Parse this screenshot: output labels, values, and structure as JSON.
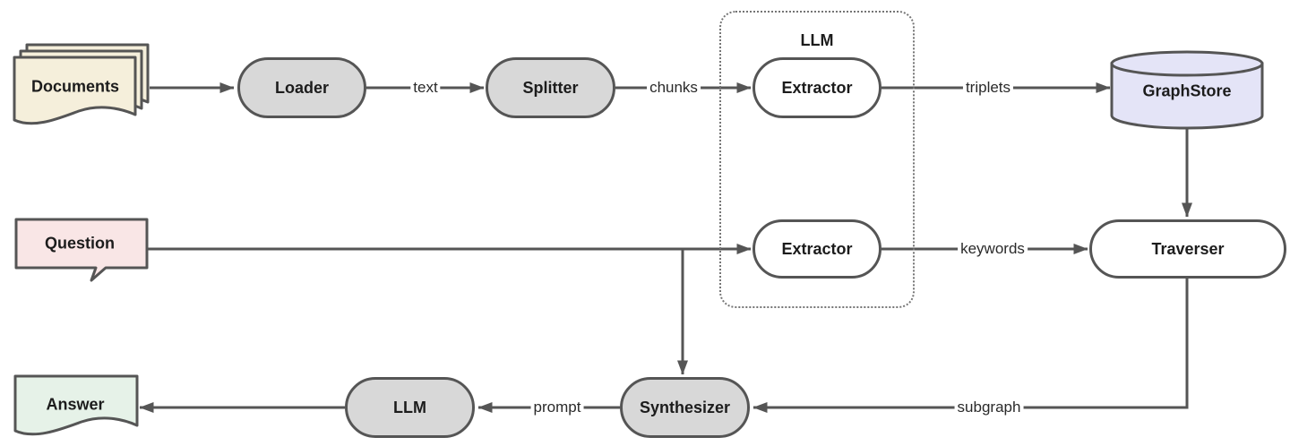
{
  "diagram": {
    "llm_group": {
      "title": "LLM"
    },
    "nodes": {
      "documents": {
        "label": "Documents",
        "type": "document-stack",
        "fill": "#f5efdb"
      },
      "loader": {
        "label": "Loader",
        "type": "process",
        "fill": "#d8d8d8"
      },
      "splitter": {
        "label": "Splitter",
        "type": "process",
        "fill": "#d8d8d8"
      },
      "extractor_top": {
        "label": "Extractor",
        "type": "process",
        "fill": "#ffffff"
      },
      "extractor_bottom": {
        "label": "Extractor",
        "type": "process",
        "fill": "#ffffff"
      },
      "graphstore": {
        "label": "GraphStore",
        "type": "database",
        "fill": "#e4e4f7"
      },
      "question": {
        "label": "Question",
        "type": "speech-bubble",
        "fill": "#f9e6e6"
      },
      "traverser": {
        "label": "Traverser",
        "type": "process",
        "fill": "#ffffff"
      },
      "synthesizer": {
        "label": "Synthesizer",
        "type": "process",
        "fill": "#d8d8d8"
      },
      "llm": {
        "label": "LLM",
        "type": "process",
        "fill": "#d8d8d8"
      },
      "answer": {
        "label": "Answer",
        "type": "document",
        "fill": "#e6f2e8"
      }
    },
    "edge_labels": {
      "text": "text",
      "chunks": "chunks",
      "triplets": "triplets",
      "keywords": "keywords",
      "subgraph": "subgraph",
      "prompt": "prompt"
    },
    "colors": {
      "stroke": "#555555",
      "dotted_border": "#757575",
      "node_text": "#1c1c1c"
    }
  }
}
